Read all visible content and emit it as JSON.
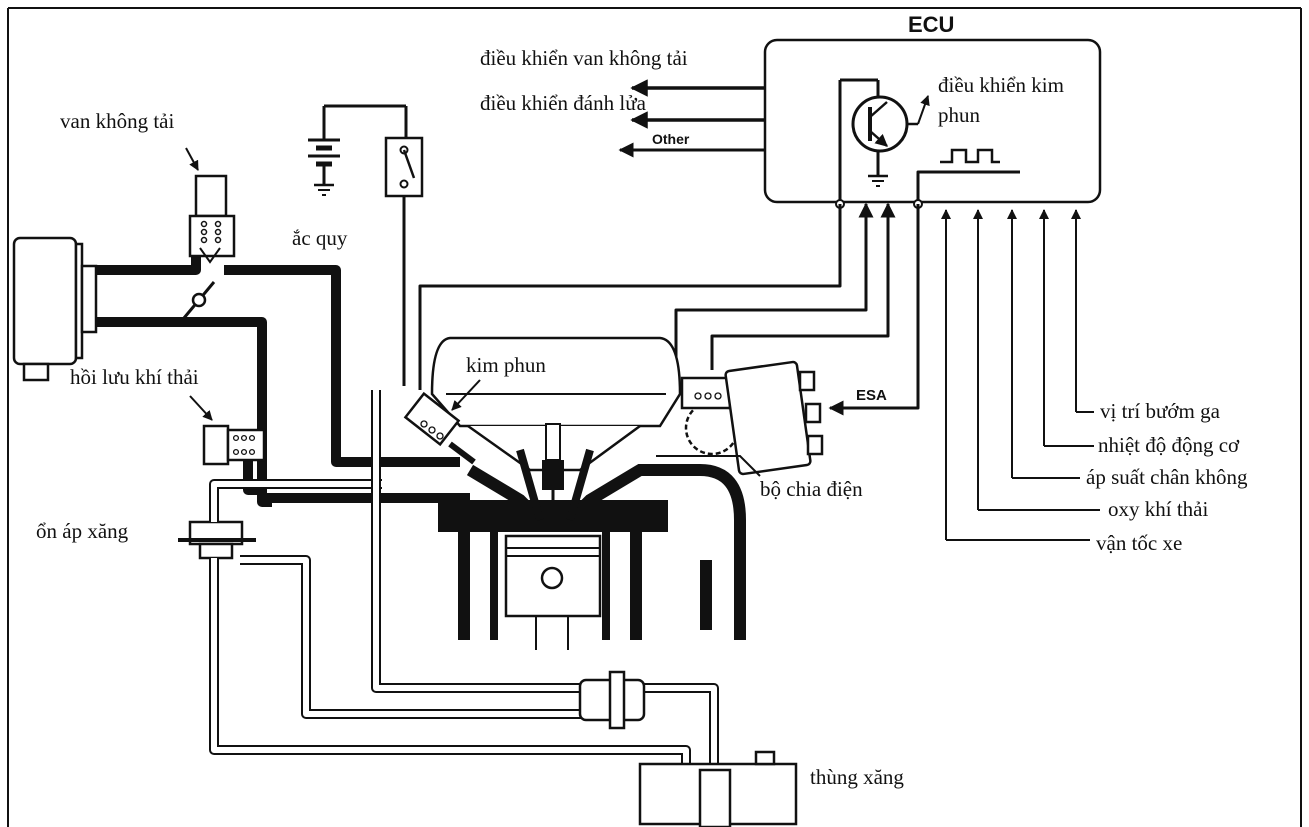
{
  "ecu": {
    "title": "ECU",
    "outputs": {
      "idle_valve_control": "điều khiển van không tải",
      "ignition_control": "điều khiển đánh lửa",
      "other": "Other"
    },
    "injector_control_line1": "điều khiển kim",
    "injector_control_line2": "phun"
  },
  "components": {
    "idle_valve": "van không tải",
    "battery": "ắc quy",
    "egr": "hồi lưu khí thải",
    "injector": "kim phun",
    "fuel_regulator": "ổn áp xăng",
    "distributor": "bộ chia điện",
    "fuel_tank": "thùng xăng"
  },
  "signals": {
    "esa": "ESA",
    "throttle_position": "vị trí bướm ga",
    "engine_temp": "nhiệt độ động cơ",
    "vacuum_pressure": "áp suất chân không",
    "exhaust_oxygen": "oxy khí thải",
    "vehicle_speed": "vận tốc xe"
  },
  "colors": {
    "line": "#111111",
    "background": "#ffffff"
  }
}
